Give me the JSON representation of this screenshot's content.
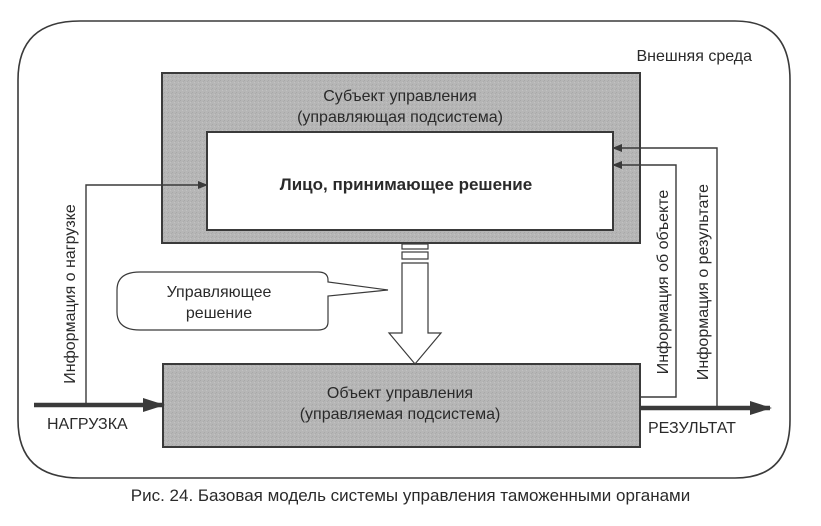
{
  "environment": {
    "label": "Внешняя среда"
  },
  "subject": {
    "title_line1": "Субъект управления",
    "title_line2": "(управляющая подсистема)",
    "decision_maker": "Лицо, принимающее решение"
  },
  "object": {
    "title_line1": "Объект управления",
    "title_line2": "(управляемая подсистема)"
  },
  "callout": {
    "line1": "Управляющее",
    "line2": "решение"
  },
  "flows": {
    "load": "НАГРУЗКА",
    "result": "РЕЗУЛЬТАТ",
    "load_info": "Информация о нагрузке",
    "object_info": "Информация об объекте",
    "result_info": "Информация о результате"
  },
  "caption": "Рис. 24. Базовая модель системы управления таможенными органами",
  "colors": {
    "box_fill": "#b4b4b4",
    "stroke": "#3a3a3a",
    "background": "#ffffff"
  }
}
